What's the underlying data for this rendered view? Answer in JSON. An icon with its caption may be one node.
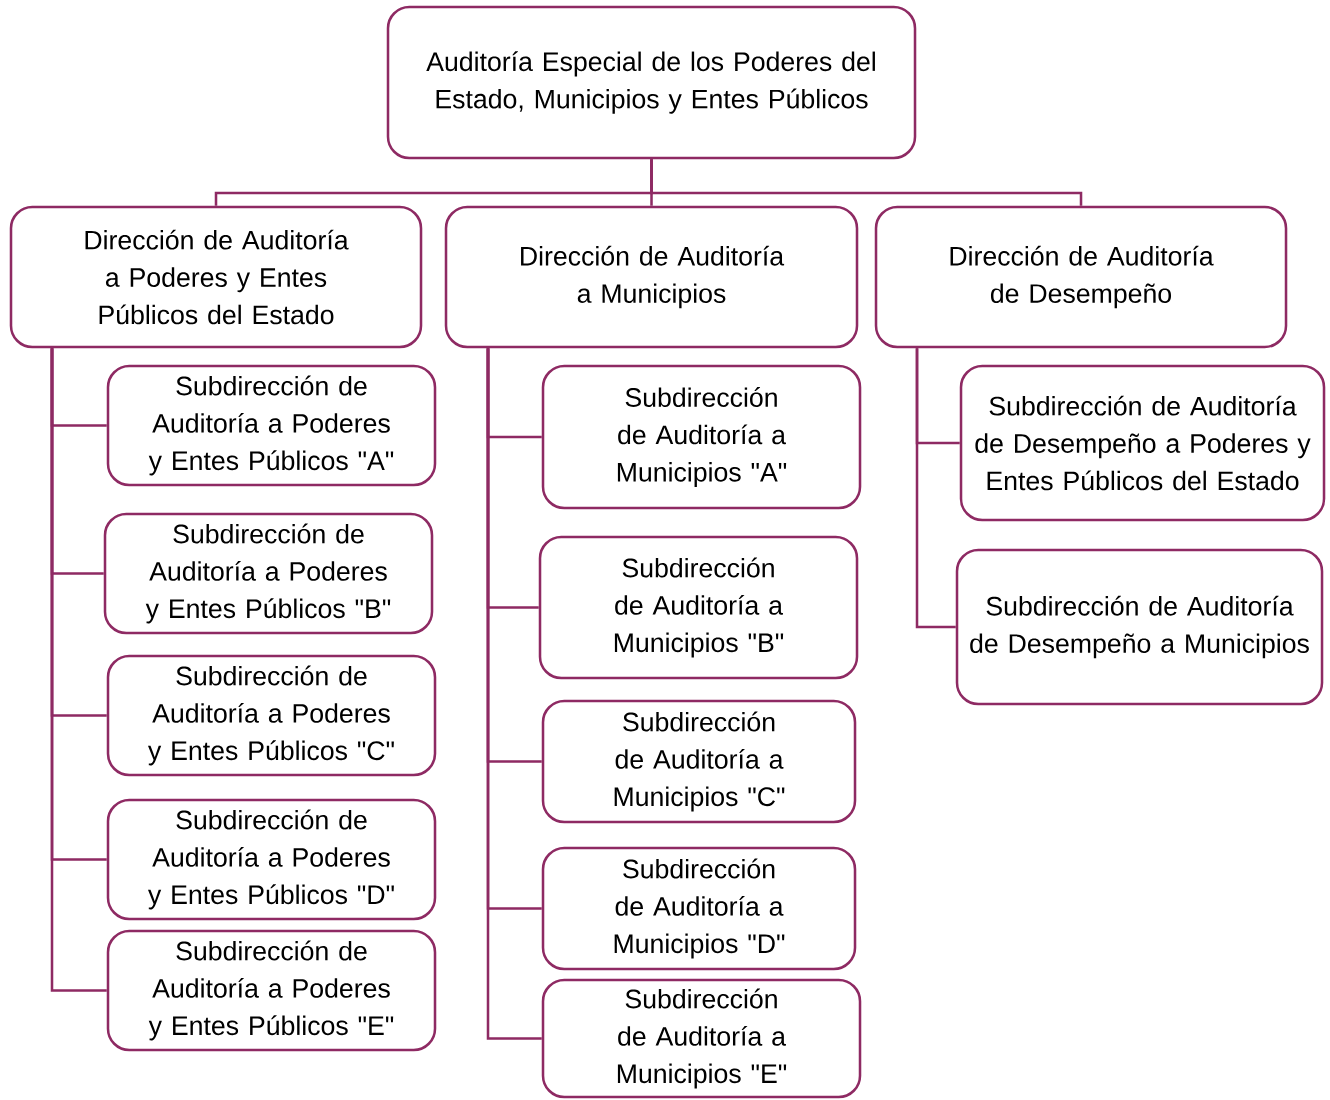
{
  "diagram": {
    "nodes": [
      {
        "text": [
          "Auditoría Especial de los Poderes del Estado, Municipios y Entes Públicos"
        ]
      },
      {
        "text": [
          "Dirección de Auditoría a Poderes y Entes Públicos del Estado"
        ]
      },
      {
        "text": [
          "Dirección de Auditoría a Municipios"
        ]
      },
      {
        "text": [
          "Dirección de Auditoría de Desempeño"
        ]
      },
      {
        "text": [
          "Subdirección de Auditoría a Poderes y Entes Públicos \"A\""
        ]
      },
      {
        "text": [
          "Subdirección de Auditoría a Poderes y Entes Públicos \"B\""
        ]
      },
      {
        "text": [
          "Subdirección de Auditoría a Poderes y Entes Públicos \"C\""
        ]
      },
      {
        "text": [
          "Subdirección de Auditoría a Poderes y Entes Públicos \"D\""
        ]
      },
      {
        "text": [
          "Subdirección de Auditoría a Poderes y Entes Públicos \"E\""
        ]
      },
      {
        "text": [
          "Subdirección de Auditoría a Municipios \"A\""
        ]
      },
      {
        "text": [
          "Subdirección de Auditoría a Municipios \"B\""
        ]
      },
      {
        "text": [
          "Subdirección de Auditoría a Municipios \"C\""
        ]
      },
      {
        "text": [
          "Subdirección de Auditoría a Municipios \"D\""
        ]
      },
      {
        "text": [
          "Subdirección de Auditoría a Municipios \"E\""
        ]
      },
      {
        "text": [
          "Subdirección de Auditoría de Desempeño a Poderes y Entes Públicos del Estado"
        ]
      },
      {
        "text": [
          "Subdirección de Auditoría de Desempeño a Municipios"
        ]
      }
    ],
    "edges": [
      {
        "from": 0,
        "to": 1,
        "arrow": "none"
      },
      {
        "from": 0,
        "to": 2,
        "arrow": "none"
      },
      {
        "from": 0,
        "to": 3,
        "arrow": "none"
      },
      {
        "from": 1,
        "to": 4,
        "arrow": "none"
      },
      {
        "from": 1,
        "to": 5,
        "arrow": "none"
      },
      {
        "from": 1,
        "to": 6,
        "arrow": "none"
      },
      {
        "from": 1,
        "to": 7,
        "arrow": "none"
      },
      {
        "from": 1,
        "to": 8,
        "arrow": "none"
      },
      {
        "from": 2,
        "to": 9,
        "arrow": "none"
      },
      {
        "from": 2,
        "to": 10,
        "arrow": "none"
      },
      {
        "from": 2,
        "to": 11,
        "arrow": "none"
      },
      {
        "from": 2,
        "to": 12,
        "arrow": "none"
      },
      {
        "from": 2,
        "to": 13,
        "arrow": "none"
      },
      {
        "from": 3,
        "to": 14,
        "arrow": "none"
      },
      {
        "from": 3,
        "to": 15,
        "arrow": "none"
      }
    ]
  }
}
